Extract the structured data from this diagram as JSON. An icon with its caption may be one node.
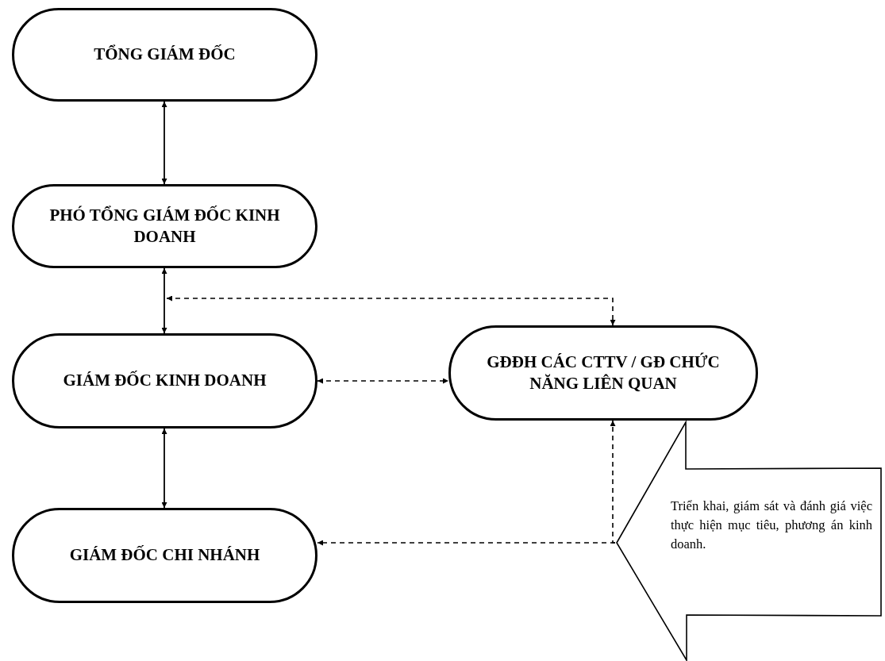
{
  "diagram": {
    "nodes": [
      {
        "text": [
          "TỔNG GIÁM ĐỐC"
        ]
      },
      {
        "text": [
          "PHÓ TỔNG GIÁM ĐỐC KINH DOANH"
        ]
      },
      {
        "text": [
          "GIÁM ĐỐC KINH DOANH"
        ]
      },
      {
        "text": [
          "GĐĐH CÁC CTTV / GĐ CHỨC NĂNG LIÊN QUAN"
        ]
      },
      {
        "text": [
          "GIÁM ĐỐC CHI NHÁNH"
        ]
      },
      {
        "text": [
          "Triển khai, giám sát và đánh giá việc thực hiện mục tiêu, phương án kinh doanh."
        ]
      }
    ],
    "edges": [
      {
        "from": 0,
        "to": 1,
        "arrow": "both"
      },
      {
        "from": 1,
        "to": 2,
        "arrow": "both"
      },
      {
        "from": null,
        "to": 3,
        "arrow": "both",
        "style": "dashed"
      },
      {
        "from": 2,
        "to": 3,
        "arrow": "both",
        "style": "dashed"
      },
      {
        "from": 2,
        "to": 4,
        "arrow": "both"
      },
      {
        "from": 5,
        "to": 3,
        "arrow": "to",
        "style": "dashed"
      },
      {
        "from": 5,
        "to": 4,
        "arrow": "to",
        "style": "dashed"
      }
    ]
  }
}
